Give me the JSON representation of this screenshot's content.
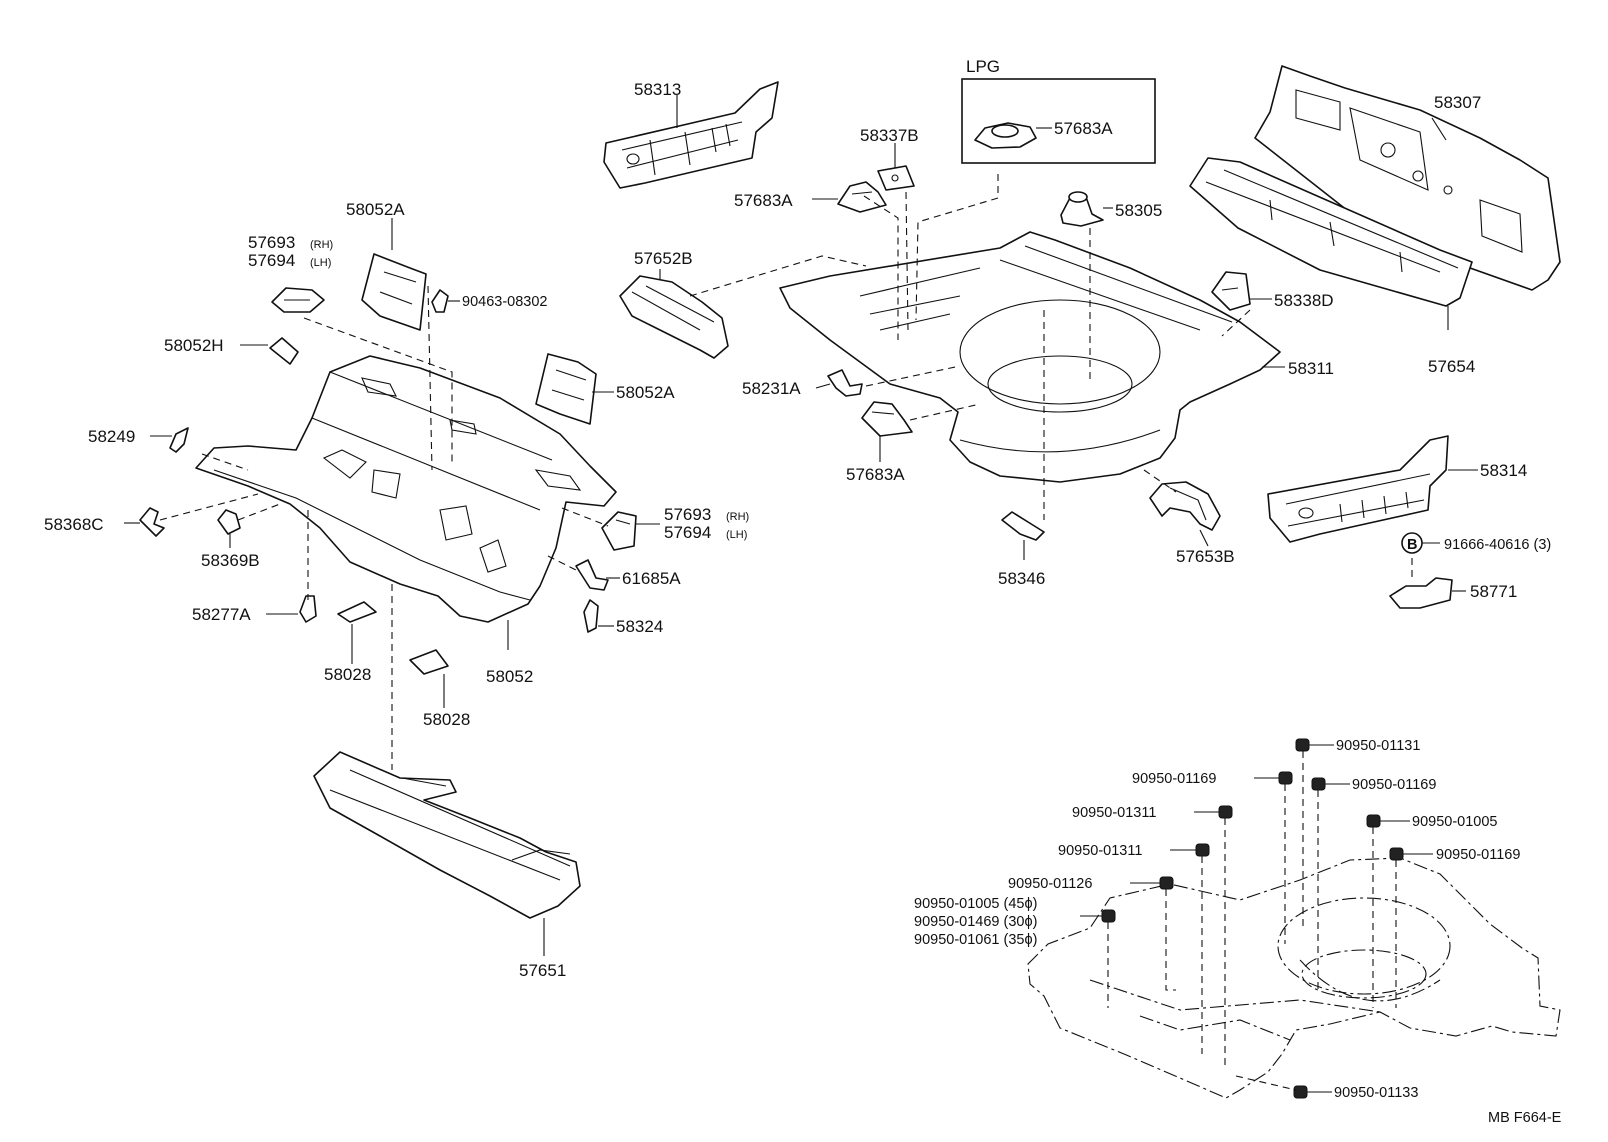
{
  "diagram": {
    "lpg_box_label": "LPG",
    "footer_code": "MB  F664-E",
    "bolt_marker": "B",
    "labels": {
      "p58313": "58313",
      "p58337B": "58337B",
      "p57683A_lpg": "57683A",
      "p58307": "58307",
      "p57683A_top": "57683A",
      "p58305": "58305",
      "p58052A_top": "58052A",
      "p57693_top": "57693",
      "p57694_top": "57694",
      "rh": "(RH)",
      "lh": "(LH)",
      "p90463_08302": "90463-08302",
      "p57652B": "57652B",
      "p58338D": "58338D",
      "p58052H": "58052H",
      "p58311": "58311",
      "p57654": "57654",
      "p58231A": "58231A",
      "p58052A_mid": "58052A",
      "p58249": "58249",
      "p57683A_bot": "57683A",
      "p58314": "58314",
      "p58368C": "58368C",
      "p57693_bot": "57693",
      "p57694_bot": "57694",
      "p58369B": "58369B",
      "p61685A": "61685A",
      "p91666_40616": "91666-40616 (3)",
      "p58346": "58346",
      "p57653B": "57653B",
      "p58771": "58771",
      "p58277A": "58277A",
      "p58324": "58324",
      "p58028_a": "58028",
      "p58052": "58052",
      "p58028_b": "58028",
      "p57651": "57651",
      "p90950_01131": "90950-01131",
      "p90950_01169_a": "90950-01169",
      "p90950_01169_b": "90950-01169",
      "p90950_01311_a": "90950-01311",
      "p90950_01005_r": "90950-01005",
      "p90950_01311_b": "90950-01311",
      "p90950_01169_c": "90950-01169",
      "p90950_01126": "90950-01126",
      "p90950_01005_45": "90950-01005 (45ϕ)",
      "p90950_01469_30": "90950-01469 (30ϕ)",
      "p90950_01061_35": "90950-01061 (35ϕ)",
      "p90950_01133": "90950-01133"
    }
  }
}
